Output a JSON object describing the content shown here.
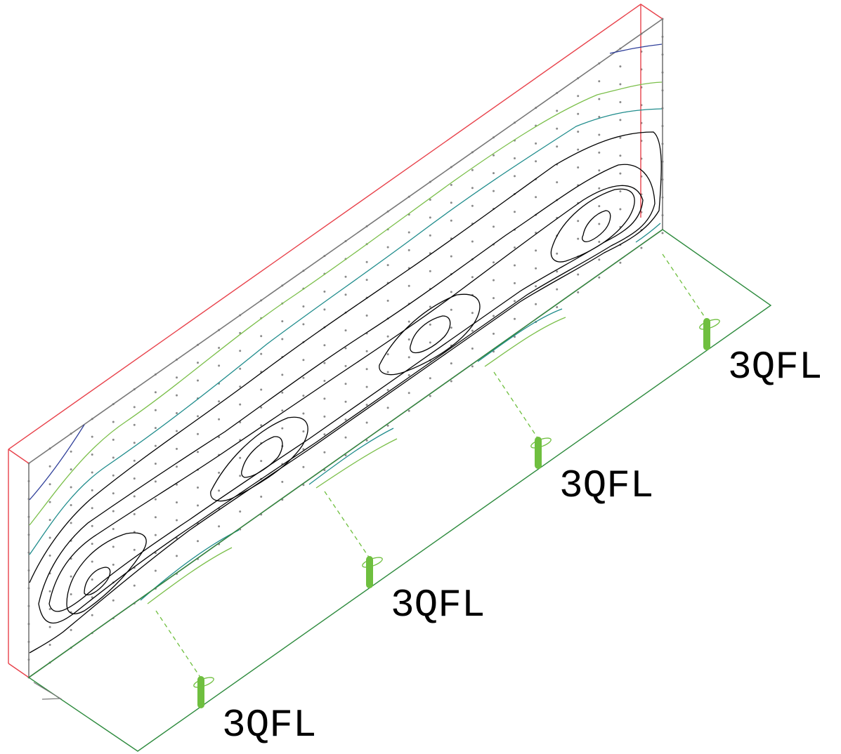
{
  "fixtures": [
    {
      "label": "3QFL"
    },
    {
      "label": "3QFL"
    },
    {
      "label": "3QFL"
    },
    {
      "label": "3QFL"
    }
  ],
  "colors": {
    "wall_outline": "#e8424b",
    "wall_edge": "#777777",
    "floor": "#2e8b3e",
    "fixture": "#6fbf3f",
    "drop_line": "#6fbf3f",
    "contour_black": "#000000",
    "contour_teal": "#1f8c8c",
    "contour_green": "#7bbf4a",
    "contour_blue": "#30409a",
    "grid_dot": "#8a8a8a"
  },
  "icons": [
    "fixture-icon"
  ]
}
